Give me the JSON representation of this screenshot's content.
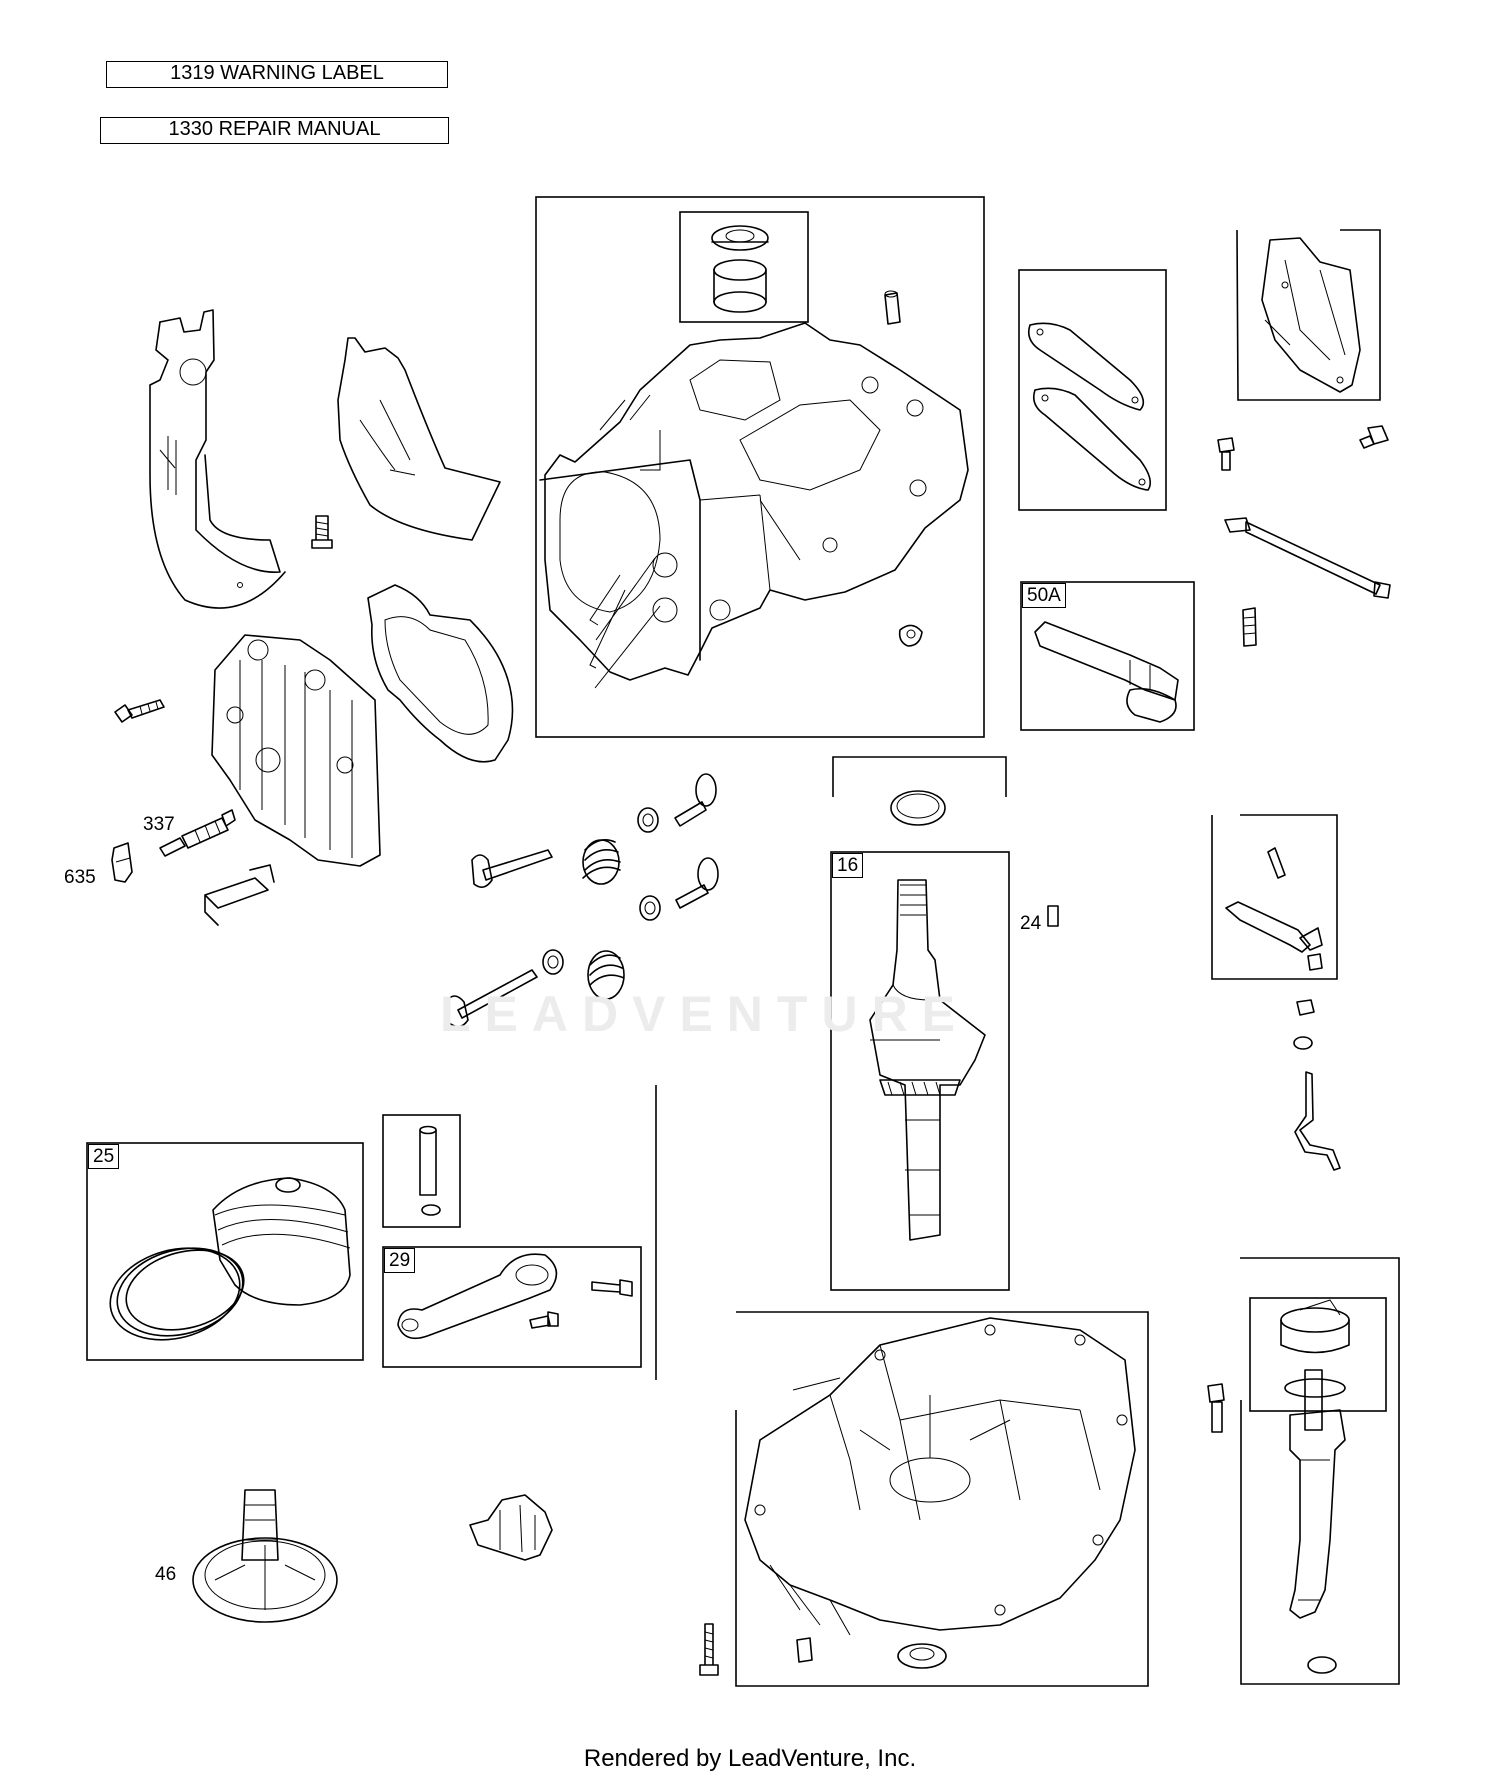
{
  "header_boxes": {
    "warning_label": "1319 WARNING LABEL",
    "repair_manual": "1330 REPAIR MANUAL"
  },
  "callouts": {
    "c337": "337",
    "c635": "635",
    "c24": "24",
    "c46": "46"
  },
  "box_tags": {
    "t50a": "50A",
    "t16": "16",
    "t25": "25",
    "t29": "29"
  },
  "watermark": "LEADVENTURE",
  "footer": "Rendered by LeadVenture, Inc."
}
